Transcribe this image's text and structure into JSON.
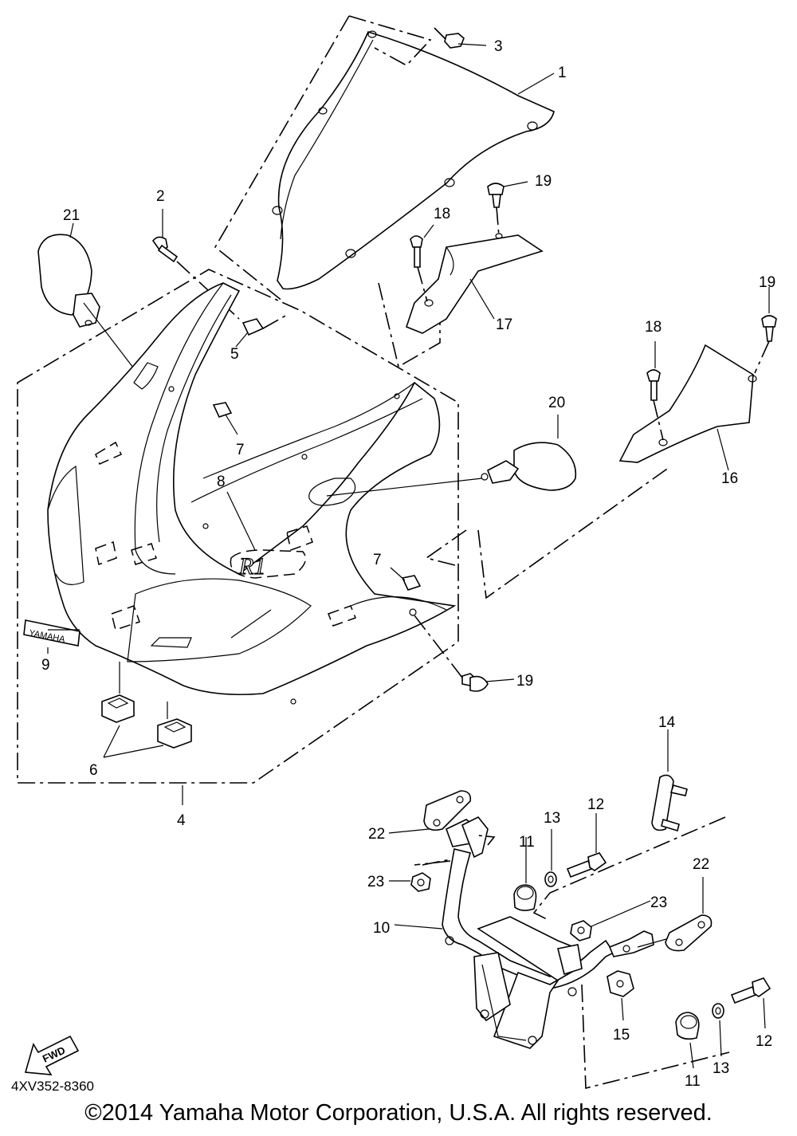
{
  "diagram": {
    "callouts": [
      "1",
      "2",
      "3",
      "4",
      "5",
      "6",
      "7",
      "7",
      "8",
      "9",
      "10",
      "11",
      "11",
      "12",
      "12",
      "13",
      "13",
      "14",
      "15",
      "16",
      "17",
      "18",
      "18",
      "19",
      "19",
      "19",
      "20",
      "21",
      "22",
      "22",
      "23",
      "23"
    ],
    "badges": {
      "yamaha_emblem": "YAMAHA",
      "fwd_arrow": "FWD",
      "r1_logo": "R1"
    },
    "catalog_number": "4XV352-8360",
    "copyright": "©2014 Yamaha Motor Corporation, U.S.A. All rights reserved."
  }
}
